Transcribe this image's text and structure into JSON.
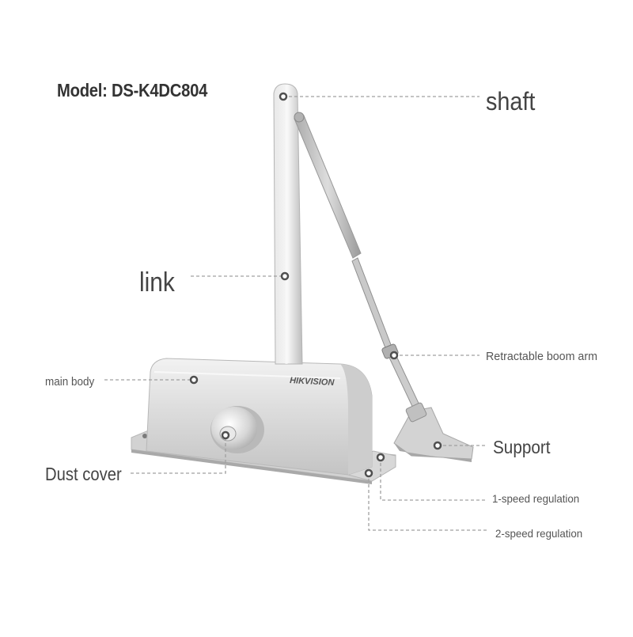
{
  "model": "Model: DS-K4DC804",
  "brand": "HIKVISION",
  "labels": {
    "shaft": "shaft",
    "link": "link",
    "boom": "Retractable boom arm",
    "main_body": "main body",
    "support": "Support",
    "dust_cover": "Dust cover",
    "speed1": "1-speed regulation",
    "speed2": "2-speed regulation"
  },
  "colors": {
    "metal_light": "#e4e4e4",
    "metal_mid": "#c8c8c8",
    "metal_dark": "#9a9a9a",
    "leader": "#9a9a9a",
    "text": "#4a4a4a"
  }
}
